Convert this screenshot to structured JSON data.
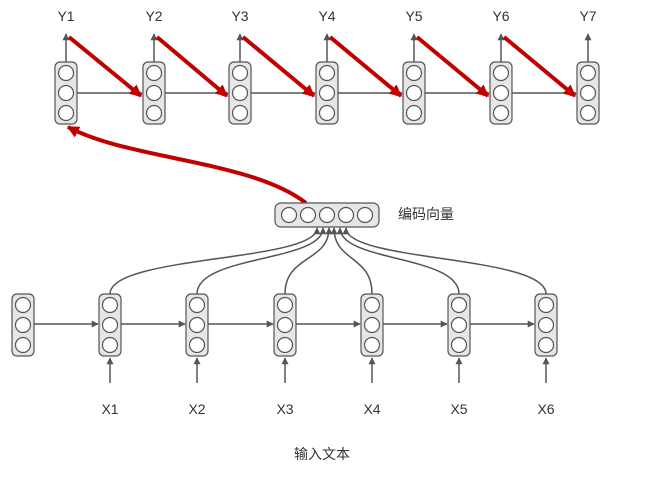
{
  "decoder": {
    "labels": [
      "Y1",
      "Y2",
      "Y3",
      "Y4",
      "Y5",
      "Y6",
      "Y7"
    ]
  },
  "encoder": {
    "labels": [
      "X1",
      "X2",
      "X3",
      "X4",
      "X5",
      "X6"
    ],
    "input_caption": "输入文本"
  },
  "context_vector": {
    "label": "编码向量"
  },
  "colors": {
    "cell_fill": "#e6e6e6",
    "cell_stroke": "#555555",
    "arrow_gray": "#555555",
    "arrow_red": "#c00000"
  }
}
